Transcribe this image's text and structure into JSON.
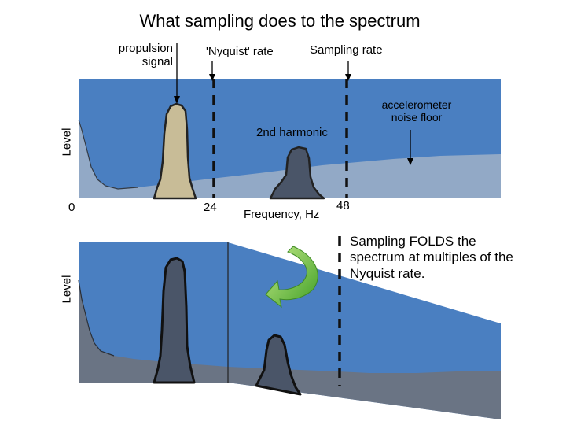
{
  "title": "What sampling does to the spectrum",
  "labels": {
    "propulsion_signal": "propulsion signal",
    "nyquist_rate": "'Nyquist' rate",
    "sampling_rate": "Sampling rate",
    "accelerometer_noise_floor": "accelerometer noise floor",
    "second_harmonic": "2nd harmonic",
    "frequency_axis": "Frequency, Hz",
    "level_axis_top": "Level",
    "level_axis_bottom": "Level"
  },
  "ticks": {
    "t0": "0",
    "t24": "24",
    "t48": "48"
  },
  "note": "Sampling FOLDS the spectrum at multiples of the Nyquist rate.",
  "colors": {
    "background_panel": "#4a7fc1",
    "noise_floor": "#92a9c6",
    "propulsion_peak": "#c8bc97",
    "harmonic_peak": "#4a5568",
    "folded_floor": "#6a7484",
    "arrow_green_light": "#b6e27a",
    "arrow_green_dark": "#4fae2e"
  }
}
